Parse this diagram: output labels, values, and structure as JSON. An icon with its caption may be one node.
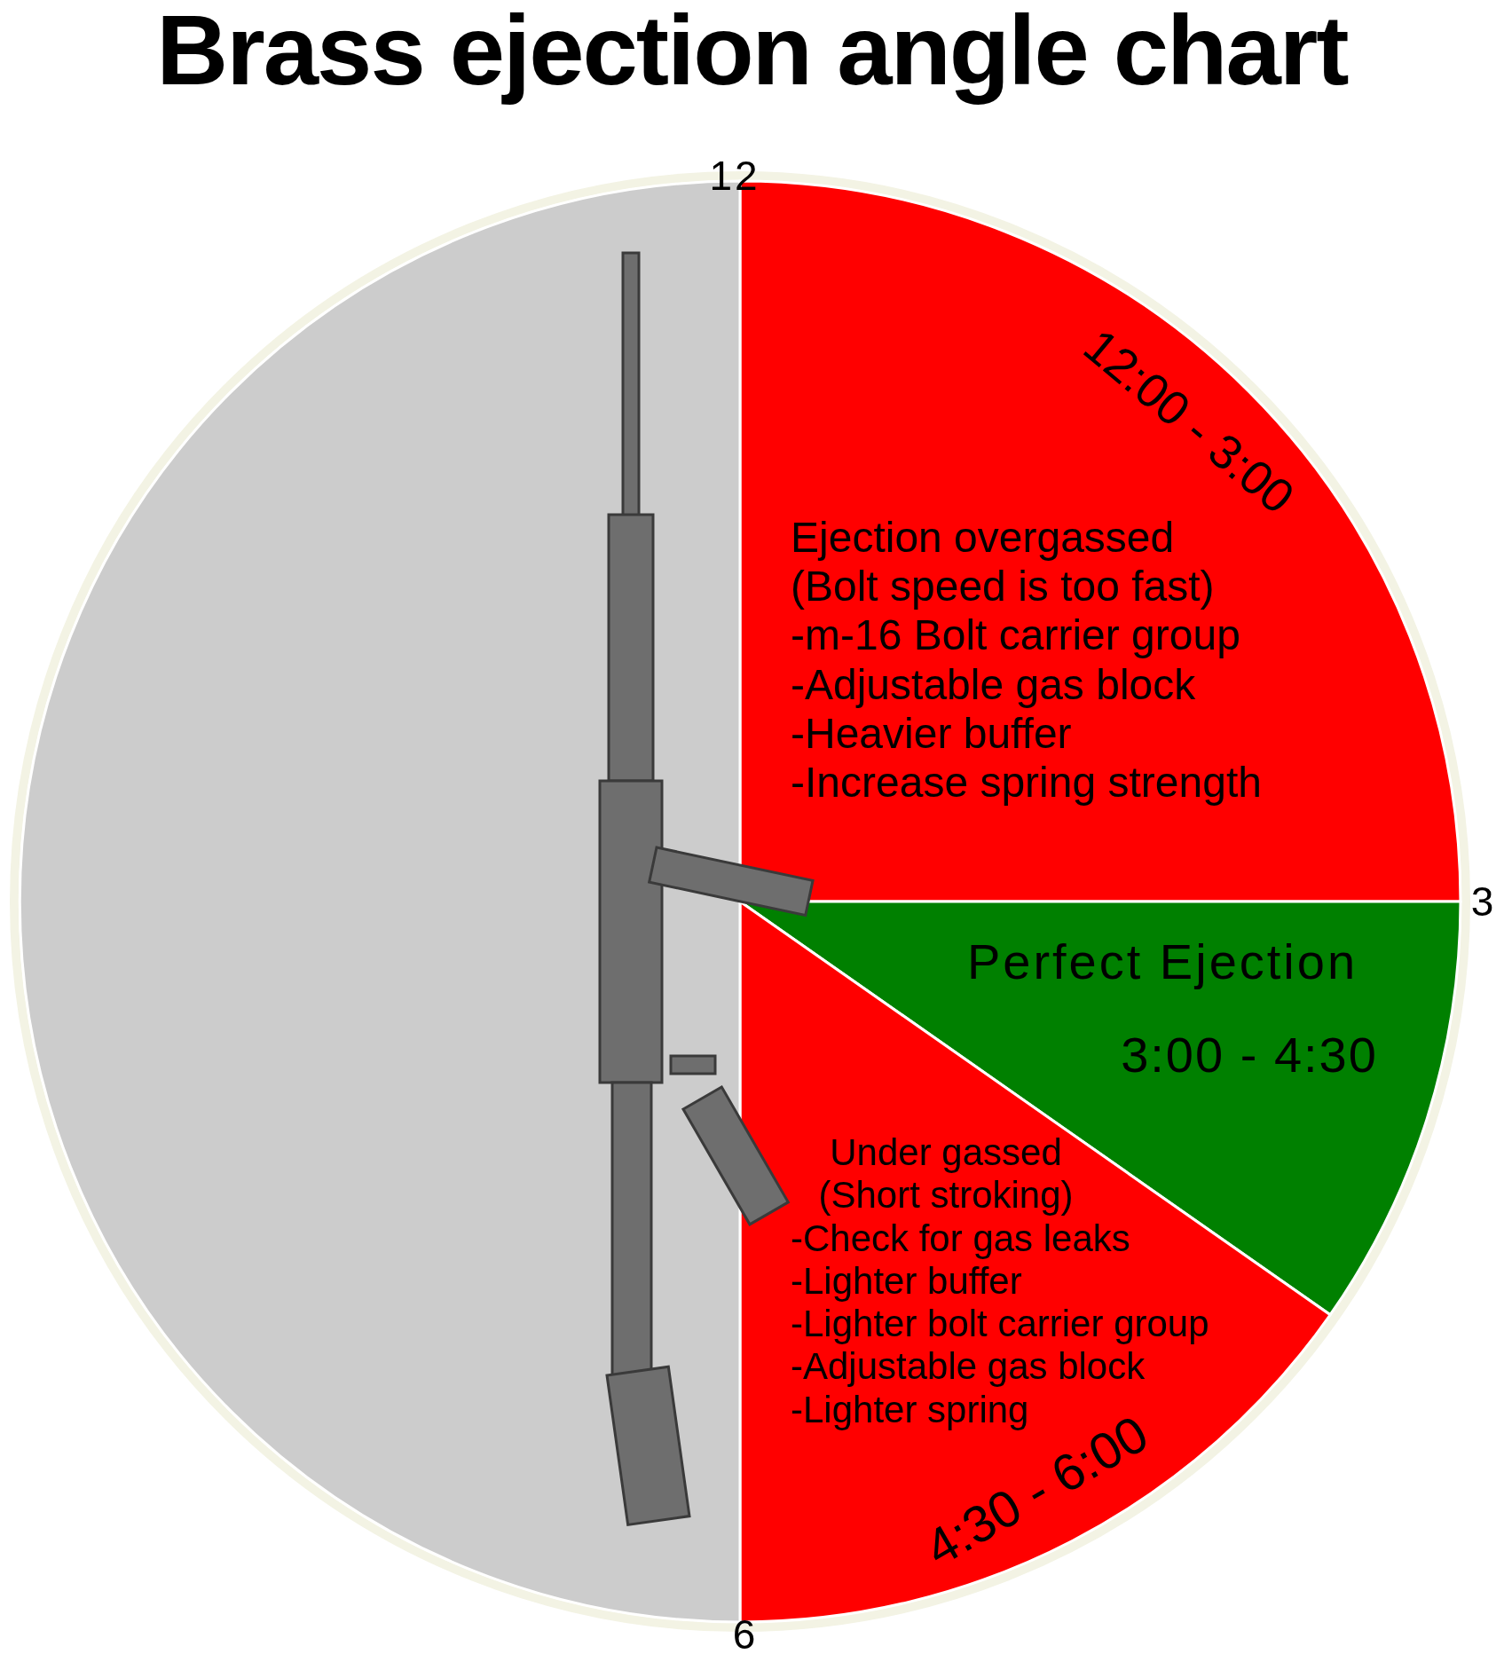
{
  "diagram": {
    "title": "Brass ejection angle chart",
    "nodes": [
      {
        "text": [
          "12:00 - 3:00",
          "Ejection overgassed (Bolt speed is too fast)",
          "-m-16 Bolt carrier group",
          "-Adjustable gas block",
          "-Heavier buffer",
          "-Increase spring strength"
        ]
      },
      {
        "text": [
          "Perfect Ejection",
          "3:00 - 4:30"
        ]
      },
      {
        "text": [
          "Under gassed (Short stroking)",
          "-Check for gas leaks",
          "-Lighter buffer",
          "-Lighter bolt carrier group",
          "-Adjustable gas block",
          "-Lighter spring",
          "4:30 - 6:00"
        ]
      },
      {
        "text": [],
        "shape": "sector"
      }
    ],
    "labels": [
      "12",
      "3",
      "6"
    ]
  }
}
